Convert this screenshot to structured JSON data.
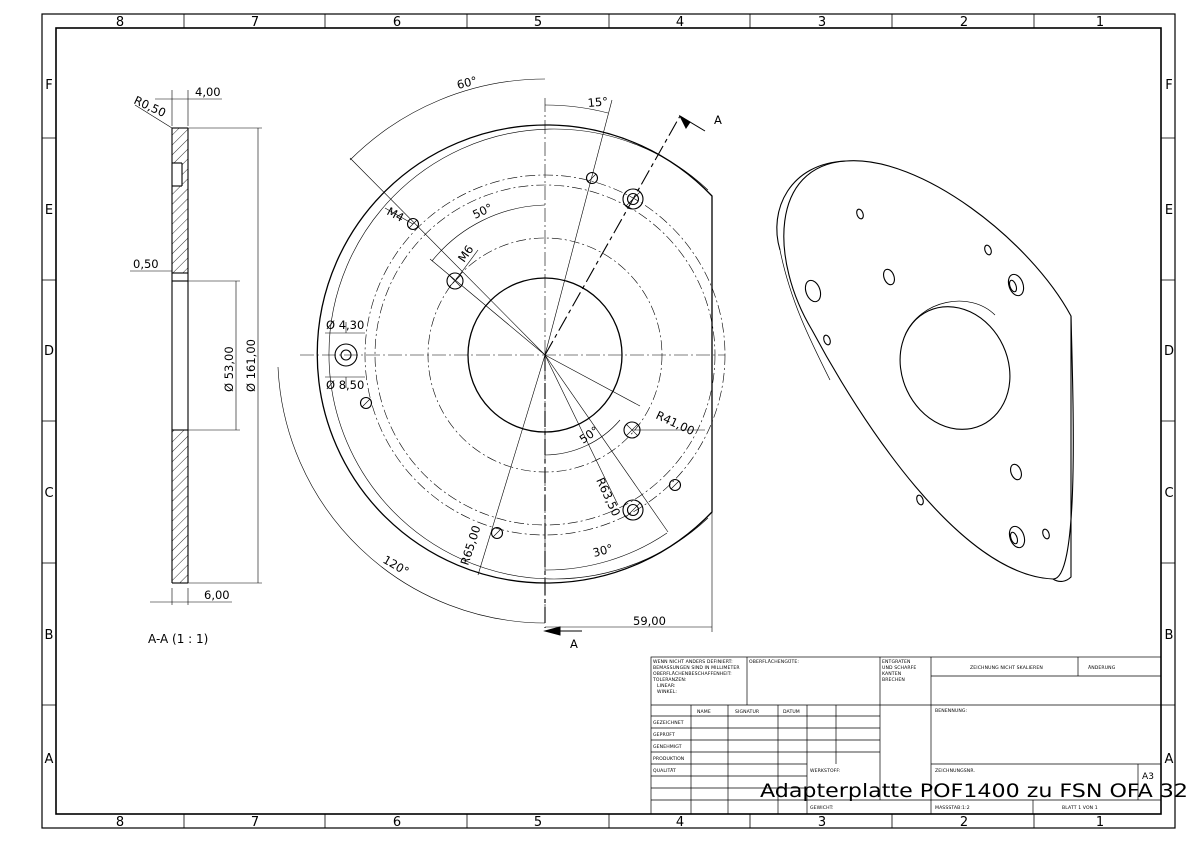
{
  "zones": {
    "columns": [
      "8",
      "7",
      "6",
      "5",
      "4",
      "3",
      "2",
      "1"
    ],
    "rows": [
      "F",
      "E",
      "D",
      "C",
      "B",
      "A"
    ]
  },
  "section_view": {
    "label": "A-A (1 : 1)",
    "dims": {
      "radius": "R0,50",
      "thickness": "4,00",
      "step": "0,50",
      "inner_dia": "Ø 53,00",
      "outer_dia": "Ø 161,00",
      "bottom": "6,00"
    }
  },
  "front_view": {
    "angles": {
      "a60": "60°",
      "a15": "15°",
      "a50_top": "50°",
      "a50_bottom": "50°",
      "a30": "30°",
      "a120": "120°"
    },
    "threads": {
      "m4": "M4",
      "m6": "M6"
    },
    "holes": {
      "d430": "Ø 4,30",
      "d850": "Ø 8,50"
    },
    "radii": {
      "r41": "R41,00",
      "r63": "R63,50",
      "r65": "R65,00"
    },
    "width": "59,00",
    "section_letter_top": "A",
    "section_letter_bottom": "A"
  },
  "title_block": {
    "general_notes": [
      "WENN NICHT ANDERS DEFINIERT:",
      "BEMASSUNGEN SIND IN MILLIMETER",
      "OBERFLÄCHENBESCHAFFENHEIT:",
      "TOLERANZEN:",
      "LINEAR:",
      "WINKEL:"
    ],
    "surface_finish": "OBERFLÄCHENGÜTE:",
    "deburr": [
      "ENTGRATEN",
      "UND SCHARFE",
      "KANTEN",
      "BRECHEN"
    ],
    "no_scale": "ZEICHNUNG NICHT SKALIEREN",
    "revision": "ÄNDERUNG",
    "columns": [
      "NAME",
      "SIGNATUR",
      "DATUM"
    ],
    "rows": [
      "GEZEICHNET",
      "GEPRÜFT",
      "GENEHMIGT",
      "PRODUKTION",
      "QUALITÄT"
    ],
    "designation_label": "BENENNUNG:",
    "material_label": "WERKSTOFF:",
    "drawing_no_label": "ZEICHNUNGSNR.",
    "size": "A3",
    "title": "Adapterplatte POF1400 zu FSN OFA 32",
    "weight_label": "GEWICHT:",
    "scale": "MASSSTAB:1:2",
    "sheet": "BLATT 1 VON 1"
  }
}
